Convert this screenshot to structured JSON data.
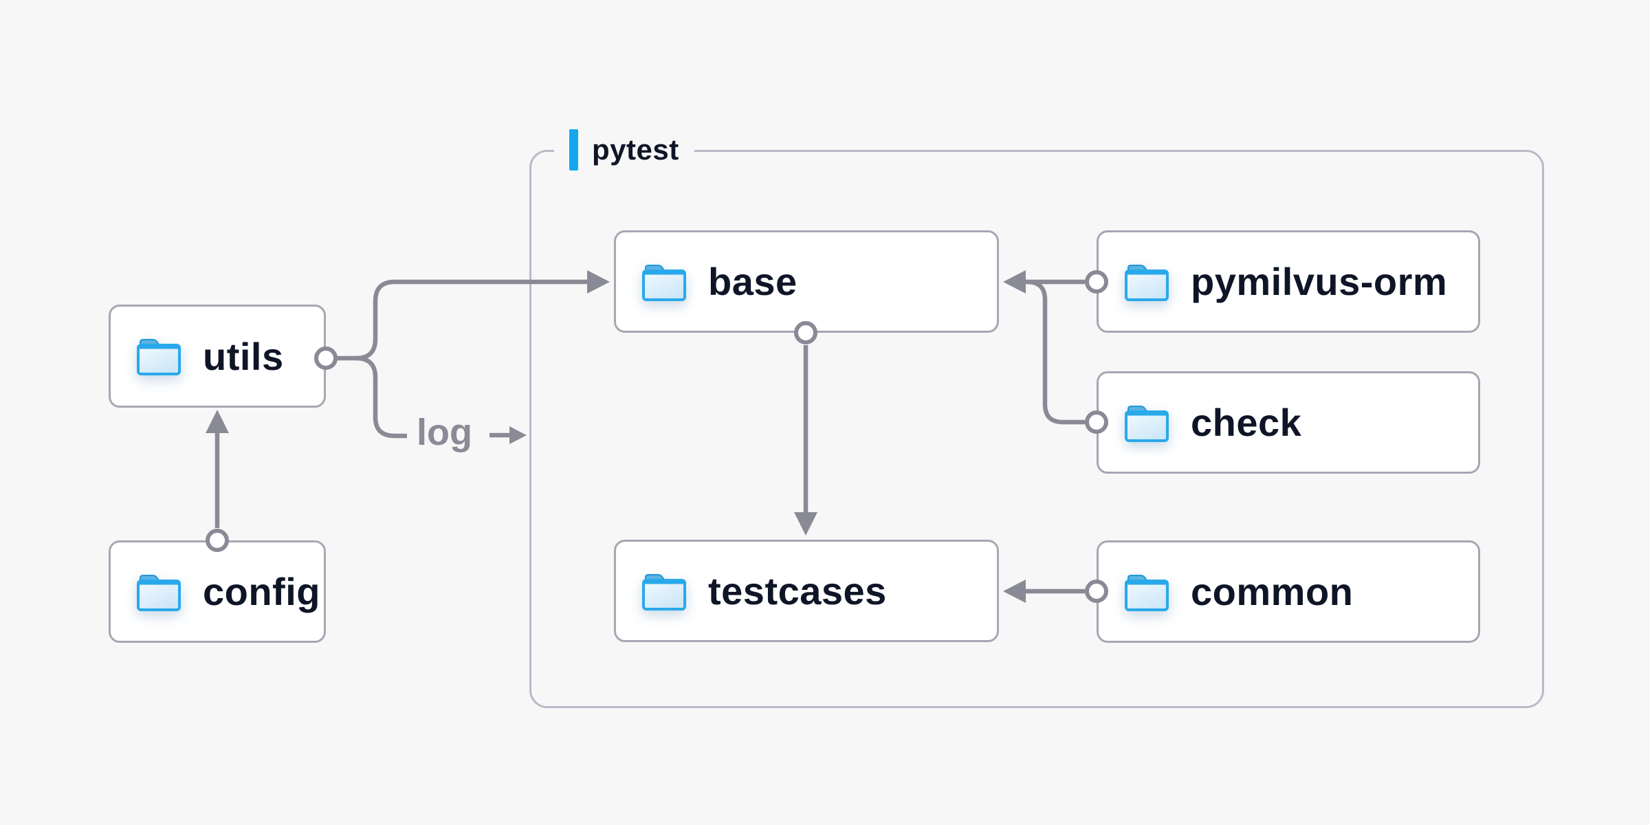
{
  "diagram": {
    "type": "dependency-diagram",
    "background_color": "#f7f7f8",
    "accent_color": "#14a7ee",
    "connector_color": "#898a95",
    "node_border_color": "#a6a7b3",
    "node_fill_color": "#ffffff",
    "text_color": "#0e1526",
    "group": {
      "label": "pytest"
    },
    "nodes": [
      {
        "id": "utils",
        "label": "utils",
        "icon": "folder-icon"
      },
      {
        "id": "config",
        "label": "config",
        "icon": "folder-icon"
      },
      {
        "id": "base",
        "label": "base",
        "icon": "folder-icon"
      },
      {
        "id": "pymilvus-orm",
        "label": "pymilvus-orm",
        "icon": "folder-icon"
      },
      {
        "id": "check",
        "label": "check",
        "icon": "folder-icon"
      },
      {
        "id": "testcases",
        "label": "testcases",
        "icon": "folder-icon"
      },
      {
        "id": "common",
        "label": "common",
        "icon": "folder-icon"
      }
    ],
    "edge_label": "log",
    "edges": [
      {
        "from": "config",
        "to": "utils"
      },
      {
        "from": "utils",
        "to": "base"
      },
      {
        "from": "utils",
        "to": "log"
      },
      {
        "from": "pymilvus-orm",
        "to": "base"
      },
      {
        "from": "check",
        "to": "base"
      },
      {
        "from": "base",
        "to": "testcases"
      },
      {
        "from": "common",
        "to": "testcases"
      }
    ]
  }
}
